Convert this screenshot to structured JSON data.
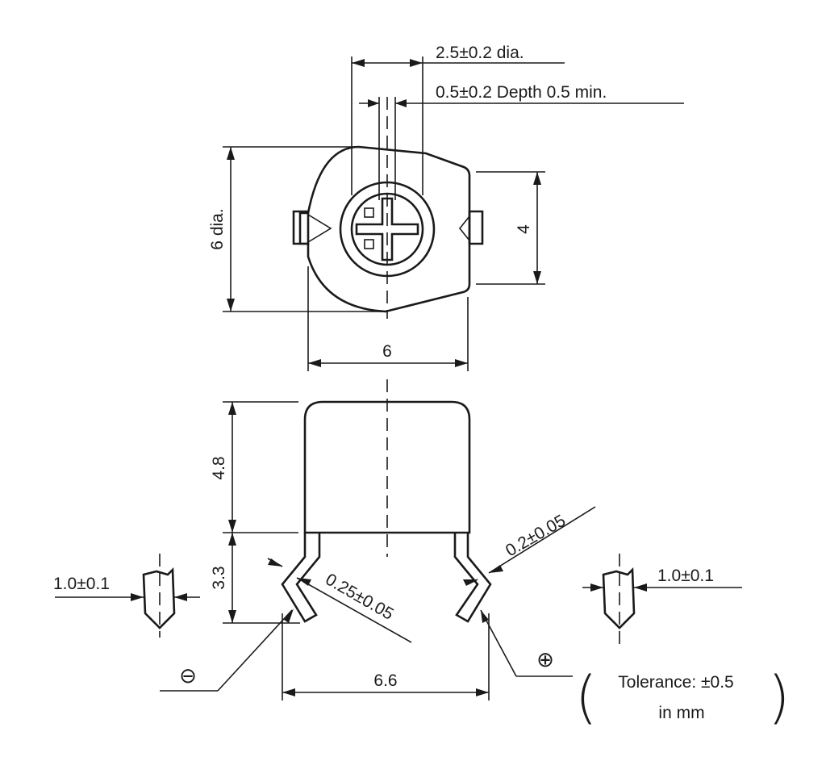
{
  "dimensions": {
    "screw_diameter": "2.5±0.2 dia.",
    "slot": "0.5±0.2 Depth 0.5 min.",
    "body_diameter": "6 dia.",
    "flat_height": "4",
    "top_width": "6",
    "body_height": "4.8",
    "lead_height": "3.3",
    "lead_width_left": "1.0±0.1",
    "lead_width_right": "1.0±0.1",
    "lead_thickness_left": "0.25±0.05",
    "lead_thickness_right": "0.2±0.05",
    "lead_pitch": "6.6"
  },
  "terminals": {
    "negative_symbol": "⊖",
    "positive_symbol": "⊕"
  },
  "note": {
    "line1": "Tolerance: ±0.5",
    "line2": "in mm"
  }
}
